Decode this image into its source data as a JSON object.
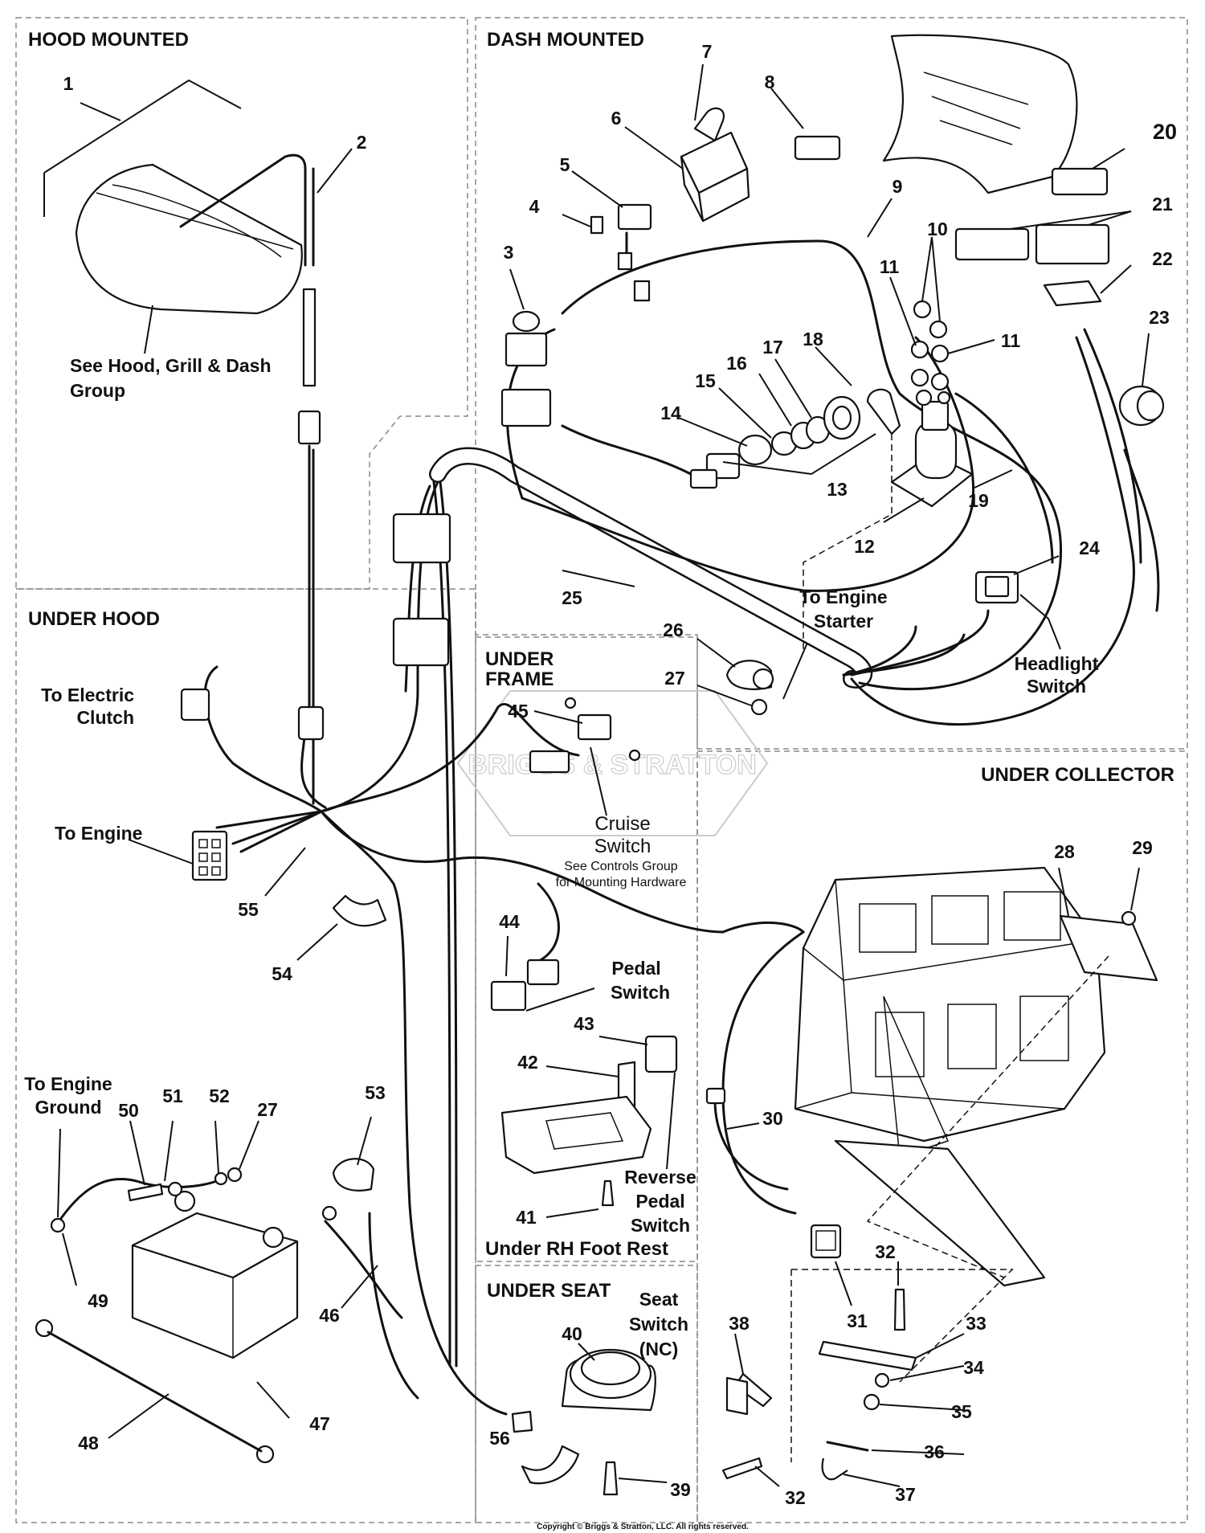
{
  "sections": {
    "hood_mounted": "HOOD MOUNTED",
    "dash_mounted": "DASH MOUNTED",
    "under_hood": "UNDER HOOD",
    "under_frame": [
      "UNDER",
      "FRAME"
    ],
    "under_collector": "UNDER COLLECTOR",
    "under_seat": "UNDER SEAT",
    "under_rh_foot_rest": "Under RH Foot Rest"
  },
  "callouts": {
    "n1": "1",
    "n2": "2",
    "n3": "3",
    "n4": "4",
    "n5": "5",
    "n6": "6",
    "n7": "7",
    "n8": "8",
    "n9": "9",
    "n10": "10",
    "n11a": "11",
    "n11b": "11",
    "n12": "12",
    "n13": "13",
    "n14": "14",
    "n15": "15",
    "n16": "16",
    "n17": "17",
    "n18": "18",
    "n19": "19",
    "n20": "20",
    "n21": "21",
    "n22": "22",
    "n23": "23",
    "n24": "24",
    "n25": "25",
    "n26": "26",
    "n27a": "27",
    "n27b": "27",
    "n28": "28",
    "n29": "29",
    "n30": "30",
    "n31": "31",
    "n32a": "32",
    "n32b": "32",
    "n33": "33",
    "n34": "34",
    "n35": "35",
    "n36": "36",
    "n37": "37",
    "n38": "38",
    "n39": "39",
    "n40": "40",
    "n41": "41",
    "n42": "42",
    "n43": "43",
    "n44": "44",
    "n45": "45",
    "n46": "46",
    "n47": "47",
    "n48": "48",
    "n49": "49",
    "n50": "50",
    "n51": "51",
    "n52": "52",
    "n53": "53",
    "n54": "54",
    "n55": "55",
    "n56": "56"
  },
  "labels": {
    "see_hood": [
      "See Hood, Grill & Dash",
      "Group"
    ],
    "to_electric_clutch": [
      "To Electric",
      "Clutch"
    ],
    "to_engine": "To Engine",
    "to_engine_ground": [
      "To Engine",
      "Ground"
    ],
    "to_engine_starter": [
      "To Engine",
      "Starter"
    ],
    "headlight_switch": [
      "Headlight",
      "Switch"
    ],
    "cruise_switch": [
      "Cruise",
      "Switch"
    ],
    "cruise_note": [
      "See Controls Group",
      "for Mounting Hardware"
    ],
    "pedal_switch": [
      "Pedal",
      "Switch"
    ],
    "reverse_pedal_switch": [
      "Reverse",
      "Pedal",
      "Switch"
    ],
    "seat_switch": [
      "Seat",
      "Switch",
      "(NC)"
    ]
  },
  "watermark": "BRIGGS & STRATTON",
  "copyright": "Copyright © Briggs & Stratton, LLC. All rights reserved.",
  "icons": [
    "hood-icon",
    "ignition-switch-icon",
    "solenoid-icon",
    "battery-icon",
    "collector-frame-icon",
    "seat-switch-icon",
    "wire-harness-icon",
    "connector-icon",
    "rocker-switch-icon",
    "plunger-switch-icon"
  ]
}
